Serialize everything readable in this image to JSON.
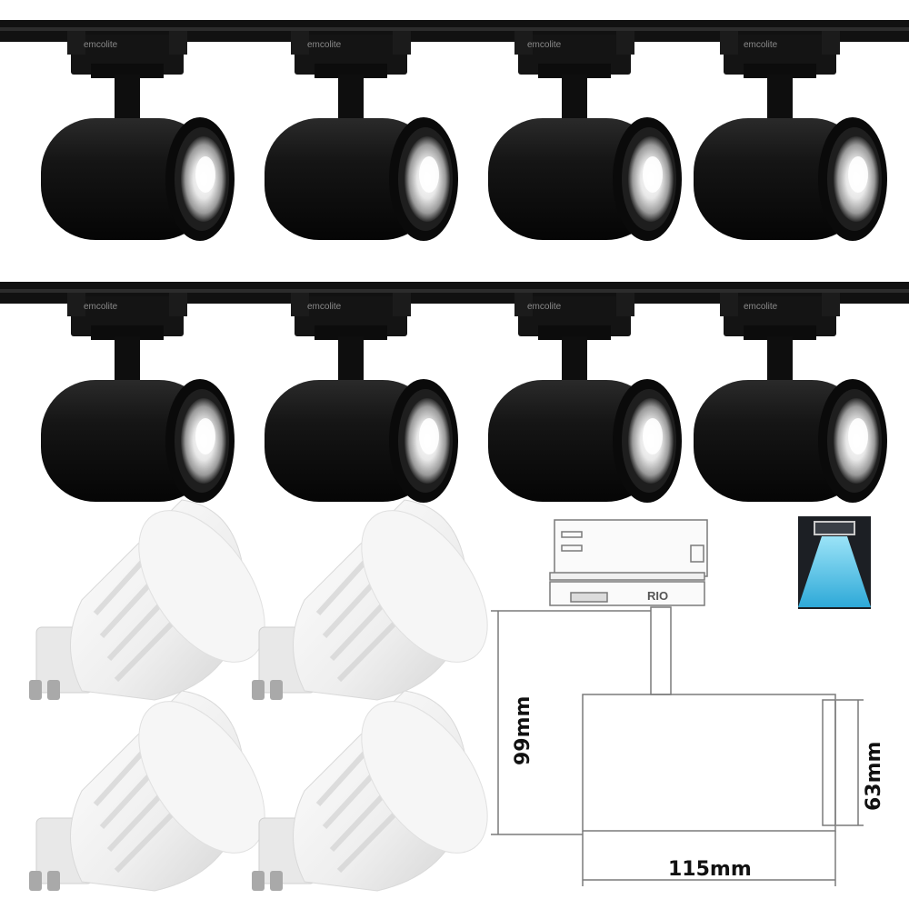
{
  "brand": "emcolite",
  "model_label": "RIO",
  "dimensions": {
    "height": "99mm",
    "diameter": "63mm",
    "length": "115mm"
  },
  "colors": {
    "housing": "#0d0d0d",
    "rail": "#111111",
    "bulb": "#f1f1f1",
    "beam": "#4fc3e8",
    "line": "#7a7a7a"
  },
  "icons": {
    "beam_icon": "light-beam-icon"
  }
}
